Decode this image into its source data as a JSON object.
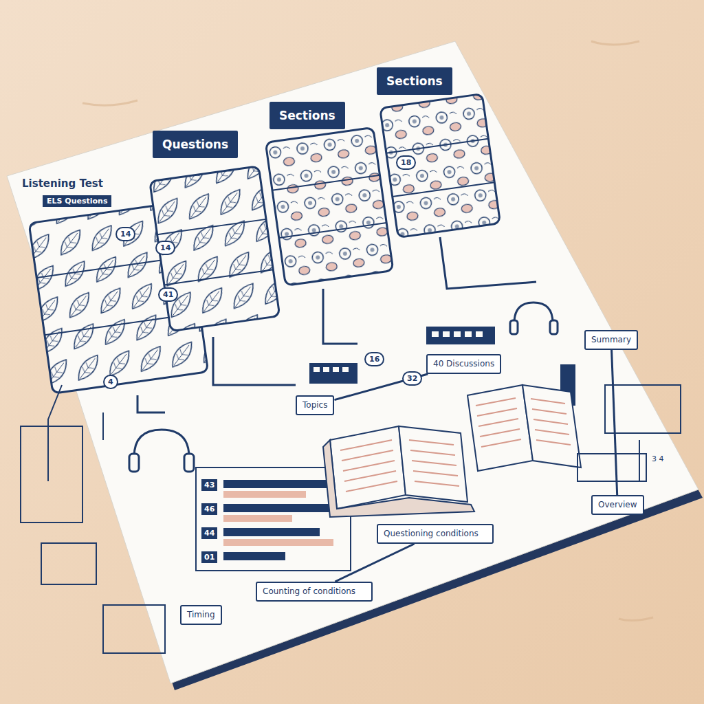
{
  "diagram": {
    "title": "Listening Test",
    "nodes": [
      {
        "text": [
          "Questions"
        ]
      },
      {
        "text": [
          "Sections"
        ]
      },
      {
        "text": [
          "Sections"
        ]
      },
      {
        "text": [
          "Questioning conditions"
        ]
      },
      {
        "text": [
          "Counting of conditions"
        ]
      },
      {
        "text": [
          "Timing"
        ]
      },
      {
        "text": [
          "Topics"
        ]
      },
      {
        "text": [
          "40 Discussions"
        ]
      },
      {
        "text": [
          "Summary"
        ]
      },
      {
        "text": [
          "Overview"
        ]
      }
    ],
    "edges": [
      {
        "from": 6,
        "to": 7,
        "arrow": "none"
      },
      {
        "from": 3,
        "to": 4,
        "arrow": "none"
      },
      {
        "from": 8,
        "to": 9,
        "arrow": "none"
      }
    ],
    "labels": [
      "ELS Questions",
      "14",
      "4",
      "14",
      "41",
      "18",
      "16",
      "32",
      "43",
      "46",
      "44",
      "01",
      "3 4"
    ]
  }
}
